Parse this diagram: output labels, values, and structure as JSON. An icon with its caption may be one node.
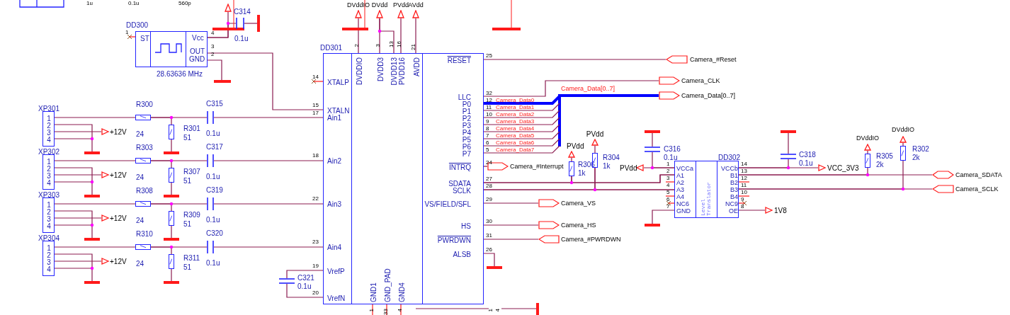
{
  "diagram": {
    "nodes": [
      {
        "text": [
          "DD300",
          "ST",
          "Vcc",
          "OUT",
          "GND"
        ],
        "beside": [
          "28.63636 MHz"
        ]
      },
      {
        "text": [],
        "shape": "arrow"
      },
      {
        "text": [
          "C314",
          "0.1u"
        ]
      },
      {
        "text": [],
        "shape": "bar"
      },
      {
        "text": [],
        "shape": "bar"
      },
      {
        "text": [
          "DD301",
          "XTALP",
          "XTALN",
          "Ain1",
          "Ain2",
          "Ain3",
          "Ain4",
          "VrefP",
          "VrefN",
          "DVDDIO",
          "DVDD3",
          "DVDD13",
          "PVDD16",
          "AVDD",
          "GND1",
          "GND_PAD",
          "GND4",
          "RESET",
          "LLC",
          "P0",
          "P1",
          "P2",
          "P3",
          "P4",
          "P5",
          "P6",
          "P7",
          "INTRQ",
          "SDATA",
          "SCLK",
          "VS/FIELD/SFL",
          "HS",
          "PWRDWN",
          "ALSB"
        ]
      },
      {
        "text": [
          "DVddIO"
        ]
      },
      {
        "text": [
          "DVdd"
        ]
      },
      {
        "text": [
          "PVdd"
        ]
      },
      {
        "text": [
          "AVdd"
        ]
      },
      {
        "text": [
          "XP301",
          "1",
          "2",
          "3",
          "4"
        ]
      },
      {
        "text": [
          "+12V"
        ]
      },
      {
        "text": [],
        "shape": "bar"
      },
      {
        "text": [
          "R300",
          "24"
        ]
      },
      {
        "text": [
          "R301",
          "51"
        ]
      },
      {
        "text": [],
        "shape": "bar"
      },
      {
        "text": [
          "C315",
          "0.1u"
        ]
      },
      {
        "text": [
          "XP302",
          "1",
          "2",
          "3",
          "4"
        ]
      },
      {
        "text": [
          "+12V"
        ]
      },
      {
        "text": [],
        "shape": "bar"
      },
      {
        "text": [
          "R303",
          "24"
        ]
      },
      {
        "text": [
          "R307",
          "51"
        ]
      },
      {
        "text": [],
        "shape": "bar"
      },
      {
        "text": [
          "C317",
          "0.1u"
        ]
      },
      {
        "text": [
          "XP303",
          "1",
          "2",
          "3",
          "4"
        ]
      },
      {
        "text": [
          "+12V"
        ]
      },
      {
        "text": [],
        "shape": "bar"
      },
      {
        "text": [
          "R308",
          "24"
        ]
      },
      {
        "text": [
          "R309",
          "51"
        ]
      },
      {
        "text": [],
        "shape": "bar"
      },
      {
        "text": [
          "C319",
          "0.1u"
        ]
      },
      {
        "text": [
          "XP304",
          "1",
          "2",
          "3",
          "4"
        ]
      },
      {
        "text": [
          "+12V"
        ]
      },
      {
        "text": [],
        "shape": "bar"
      },
      {
        "text": [
          "R310",
          "24"
        ]
      },
      {
        "text": [
          "R311",
          "51"
        ]
      },
      {
        "text": [],
        "shape": "bar"
      },
      {
        "text": [
          "C320",
          "0.1u"
        ]
      },
      {
        "text": [
          "C321",
          "0.1u"
        ]
      },
      {
        "text": [
          "Camera_#Reset"
        ]
      },
      {
        "text": [
          "Camera_CLK"
        ]
      },
      {
        "text": [
          "Camera_Data[0..7]"
        ]
      },
      {
        "text": [
          "Camera_#Interrupt"
        ]
      },
      {
        "text": [
          "R306",
          "1k"
        ]
      },
      {
        "text": [
          "PVdd"
        ]
      },
      {
        "text": [
          "R304",
          "1k"
        ]
      },
      {
        "text": [
          "PVdd"
        ]
      },
      {
        "text": [
          "Camera_VS"
        ]
      },
      {
        "text": [
          "Camera_HS"
        ]
      },
      {
        "text": [
          "Camera_#PWRDWN"
        ]
      },
      {
        "text": [],
        "shape": "bar"
      },
      {
        "text": [
          "C316",
          "0.1u"
        ]
      },
      {
        "text": [],
        "shape": "bar"
      },
      {
        "text": [
          "PVdd"
        ]
      },
      {
        "text": [
          "DD302",
          "VCCa",
          "A1",
          "A2",
          "A3",
          "A4",
          "NC6",
          "GND",
          "Level Translator",
          "VCCb",
          "B1",
          "B2",
          "B3",
          "B4",
          "NC9",
          "OE"
        ]
      },
      {
        "text": [],
        "shape": "bar"
      },
      {
        "text": [
          "C318",
          "0.1u"
        ]
      },
      {
        "text": [],
        "shape": "bar"
      },
      {
        "text": [
          "VCC_3V3"
        ]
      },
      {
        "text": [
          "1V8"
        ]
      },
      {
        "text": [
          "R305",
          "2k"
        ]
      },
      {
        "text": [
          "DVddIO"
        ]
      },
      {
        "text": [
          "R302",
          "2k"
        ]
      },
      {
        "text": [
          "DVddIO"
        ]
      },
      {
        "text": [
          "Camera_SDATA"
        ]
      },
      {
        "text": [
          "Camera_SCLK"
        ]
      }
    ],
    "edges": [
      {
        "from": 0,
        "to": 1,
        "arrow": "none"
      },
      {
        "from": 0,
        "to": 2,
        "arrow": "none"
      },
      {
        "from": 2,
        "to": 3,
        "arrow": "none"
      },
      {
        "from": 0,
        "to": 5,
        "arrow": "none"
      },
      {
        "from": 0,
        "to": 4,
        "arrow": "none"
      },
      {
        "from": 5,
        "to": 6,
        "arrow": "none"
      },
      {
        "from": 5,
        "to": 7,
        "arrow": "none"
      },
      {
        "from": 5,
        "to": 7,
        "arrow": "none"
      },
      {
        "from": 5,
        "to": 8,
        "arrow": "none"
      },
      {
        "from": 5,
        "to": 9,
        "arrow": "none"
      },
      {
        "from": 10,
        "to": 13,
        "arrow": "none"
      },
      {
        "from": 10,
        "to": 11,
        "arrow": "none"
      },
      {
        "from": 10,
        "to": 12,
        "arrow": "none"
      },
      {
        "from": 13,
        "to": 14,
        "arrow": "none"
      },
      {
        "from": 13,
        "to": 16,
        "arrow": "none"
      },
      {
        "from": 14,
        "to": 15,
        "arrow": "none"
      },
      {
        "from": 16,
        "to": 5,
        "arrow": "none"
      },
      {
        "from": 17,
        "to": 20,
        "arrow": "none"
      },
      {
        "from": 17,
        "to": 18,
        "arrow": "none"
      },
      {
        "from": 17,
        "to": 19,
        "arrow": "none"
      },
      {
        "from": 20,
        "to": 21,
        "arrow": "none"
      },
      {
        "from": 20,
        "to": 23,
        "arrow": "none"
      },
      {
        "from": 21,
        "to": 22,
        "arrow": "none"
      },
      {
        "from": 23,
        "to": 5,
        "arrow": "none"
      },
      {
        "from": 24,
        "to": 27,
        "arrow": "none"
      },
      {
        "from": 24,
        "to": 25,
        "arrow": "none"
      },
      {
        "from": 24,
        "to": 26,
        "arrow": "none"
      },
      {
        "from": 27,
        "to": 28,
        "arrow": "none"
      },
      {
        "from": 27,
        "to": 30,
        "arrow": "none"
      },
      {
        "from": 28,
        "to": 29,
        "arrow": "none"
      },
      {
        "from": 30,
        "to": 5,
        "arrow": "none"
      },
      {
        "from": 31,
        "to": 34,
        "arrow": "none"
      },
      {
        "from": 31,
        "to": 32,
        "arrow": "none"
      },
      {
        "from": 31,
        "to": 33,
        "arrow": "none"
      },
      {
        "from": 34,
        "to": 35,
        "arrow": "none"
      },
      {
        "from": 34,
        "to": 37,
        "arrow": "none"
      },
      {
        "from": 35,
        "to": 36,
        "arrow": "none"
      },
      {
        "from": 37,
        "to": 5,
        "arrow": "none"
      },
      {
        "from": 38,
        "to": 5,
        "arrow": "none"
      },
      {
        "from": 38,
        "to": 5,
        "arrow": "none"
      },
      {
        "from": 5,
        "to": 39,
        "arrow": "none"
      },
      {
        "from": 5,
        "to": 40,
        "arrow": "none"
      },
      {
        "from": 5,
        "to": 41,
        "arrow": "none",
        "style": "thick",
        "color": "#0000ff"
      },
      {
        "from": 5,
        "to": 42,
        "arrow": "none"
      },
      {
        "from": 5,
        "to": 54,
        "arrow": "none"
      },
      {
        "from": 5,
        "to": 54,
        "arrow": "none"
      },
      {
        "from": 43,
        "to": 5,
        "arrow": "none"
      },
      {
        "from": 43,
        "to": 54,
        "arrow": "none"
      },
      {
        "from": 43,
        "to": 44,
        "arrow": "none"
      },
      {
        "from": 45,
        "to": 5,
        "arrow": "none"
      },
      {
        "from": 45,
        "to": 54,
        "arrow": "none"
      },
      {
        "from": 45,
        "to": 46,
        "arrow": "none"
      },
      {
        "from": 5,
        "to": 47,
        "arrow": "none"
      },
      {
        "from": 5,
        "to": 48,
        "arrow": "none"
      },
      {
        "from": 5,
        "to": 49,
        "arrow": "none"
      },
      {
        "from": 5,
        "to": 50,
        "arrow": "none"
      },
      {
        "from": 54,
        "to": 51,
        "arrow": "none"
      },
      {
        "from": 54,
        "to": 53,
        "arrow": "none"
      },
      {
        "from": 51,
        "to": 52,
        "arrow": "none"
      },
      {
        "from": 54,
        "to": 55,
        "arrow": "none"
      },
      {
        "from": 54,
        "to": 56,
        "arrow": "none"
      },
      {
        "from": 54,
        "to": 58,
        "arrow": "none"
      },
      {
        "from": 56,
        "to": 57,
        "arrow": "none"
      },
      {
        "from": 54,
        "to": 64,
        "arrow": "none"
      },
      {
        "from": 54,
        "to": 60,
        "arrow": "none"
      },
      {
        "from": 60,
        "to": 61,
        "arrow": "none"
      },
      {
        "from": 54,
        "to": 65,
        "arrow": "none"
      },
      {
        "from": 54,
        "to": 62,
        "arrow": "none"
      },
      {
        "from": 62,
        "to": 63,
        "arrow": "none"
      },
      {
        "from": 54,
        "to": 59,
        "arrow": "none"
      }
    ],
    "labels": [
      "1u",
      "0.1u",
      "560p",
      "1",
      "4",
      "3",
      "2",
      "2",
      "3",
      "13",
      "16",
      "21",
      "14",
      "15",
      "17",
      "18",
      "22",
      "23",
      "19",
      "20",
      "25",
      "32",
      "12",
      "Camera_Data0",
      "11",
      "Camera_Data1",
      "10",
      "Camera_Data2",
      "9",
      "Camera_Data3",
      "8",
      "Camera_Data4",
      "7",
      "Camera_Data5",
      "6",
      "Camera_Data6",
      "5",
      "Camera_Data7",
      "Camera_Data[0..7]",
      "24",
      "27",
      "28",
      "29",
      "30",
      "31",
      "26",
      "1",
      "33",
      "4",
      "1",
      "4",
      "1",
      "2",
      "3",
      "4",
      "5",
      "6",
      "7",
      "14",
      "13",
      "12",
      "11",
      "10",
      "9",
      "8"
    ]
  }
}
